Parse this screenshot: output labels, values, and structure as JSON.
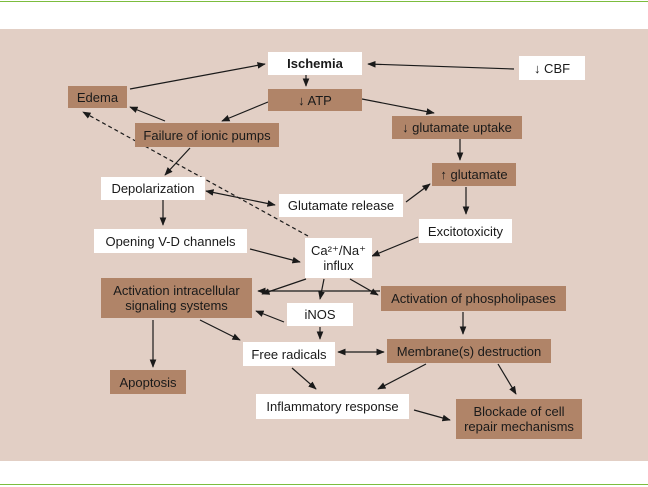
{
  "nodes": {
    "ischemia": "Ischemia",
    "cbf": "↓ CBF",
    "edema": "Edema",
    "atp": "↓ ATP",
    "glutamate_uptake": "↓ glutamate uptake",
    "ionic_pumps": "Failure of ionic pumps",
    "depolarization": "Depolarization",
    "glutamate_up": "↑ glutamate",
    "glutamate_release": "Glutamate release",
    "excitotoxicity": "Excitotoxicity",
    "vd_channels": "Opening V-D channels",
    "ca_na_line1": "Ca²⁺/Na⁺",
    "ca_na_line2": "influx",
    "signaling_line1": "Activation intracellular",
    "signaling_line2": "signaling systems",
    "phospholipases": "Activation of phospholipases",
    "inos": "iNOS",
    "free_radicals": "Free radicals",
    "membrane": "Membrane(s) destruction",
    "apoptosis": "Apoptosis",
    "inflammatory": "Inflammatory response",
    "blockade_line1": "Blockade of cell",
    "blockade_line2": "repair mechanisms"
  },
  "colors": {
    "panel": "#e2cfc5",
    "box_dark": "#b08468",
    "box_light": "#ffffff",
    "rule": "#7cbd3e",
    "arrow": "#1a1a1a"
  }
}
